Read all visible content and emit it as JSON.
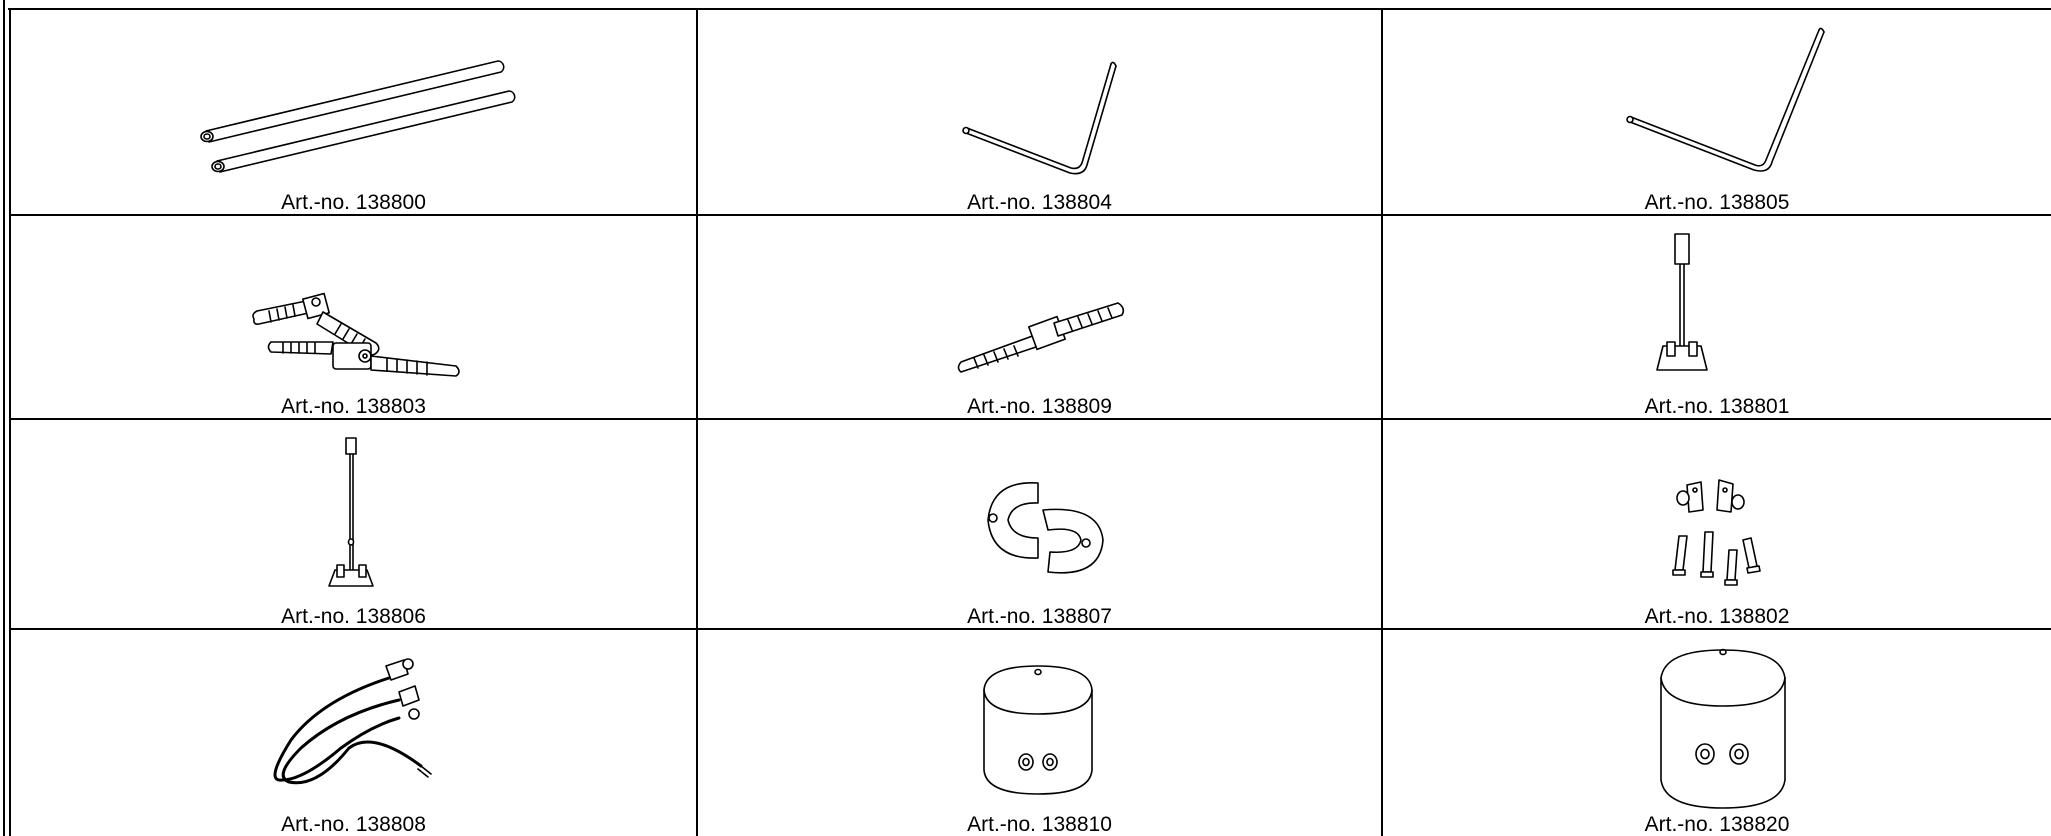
{
  "grid": {
    "rows": [
      [
        {
          "art_label": "Art.-no. 138800",
          "icon": "tubes-icon"
        },
        {
          "art_label": "Art.-no. 138804",
          "icon": "bent-rod-small-icon"
        },
        {
          "art_label": "Art.-no. 138805",
          "icon": "bent-rod-large-icon"
        }
      ],
      [
        {
          "art_label": "Art.-no. 138803",
          "icon": "angled-connectors-icon"
        },
        {
          "art_label": "Art.-no. 138809",
          "icon": "straight-connector-icon"
        },
        {
          "art_label": "Art.-no. 138801",
          "icon": "short-stand-icon"
        }
      ],
      [
        {
          "art_label": "Art.-no. 138806",
          "icon": "tall-stand-icon"
        },
        {
          "art_label": "Art.-no. 138807",
          "icon": "u-magnets-icon"
        },
        {
          "art_label": "Art.-no. 138802",
          "icon": "clamps-and-sleeves-icon"
        }
      ],
      [
        {
          "art_label": "Art.-no. 138808",
          "icon": "cable-leads-icon"
        },
        {
          "art_label": "Art.-no. 138810",
          "icon": "cylinder-small-icon"
        },
        {
          "art_label": "Art.-no. 138820",
          "icon": "cylinder-large-icon"
        }
      ]
    ]
  }
}
